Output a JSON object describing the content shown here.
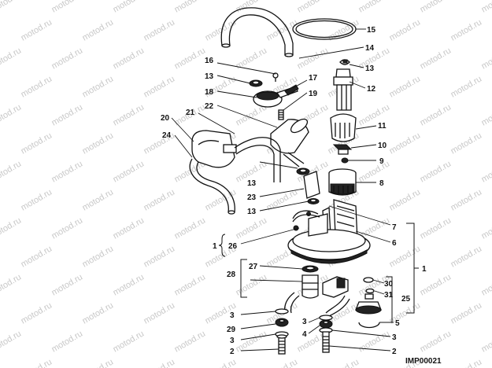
{
  "watermark": {
    "text": "motod.ru"
  },
  "diagram_code": "IMP00021",
  "callouts": {
    "c1a": "1",
    "c1b": "1",
    "c2a": "2",
    "c2b": "2",
    "c3a": "3",
    "c3b": "3",
    "c3c": "3",
    "c3d": "3",
    "c4": "4",
    "c5": "5",
    "c6": "6",
    "c7": "7",
    "c8": "8",
    "c9": "9",
    "c10": "10",
    "c11": "11",
    "c12": "12",
    "c13a": "13",
    "c13b": "13",
    "c13c": "13",
    "c13d": "13",
    "c14": "14",
    "c15": "15",
    "c16": "16",
    "c17": "17",
    "c18": "18",
    "c19": "19",
    "c20": "20",
    "c21": "21",
    "c22": "22",
    "c23": "23",
    "c24": "24",
    "c25": "25",
    "c26": "26",
    "c27": "27",
    "c28": "28",
    "c29": "29",
    "c30": "30",
    "c31": "31"
  }
}
